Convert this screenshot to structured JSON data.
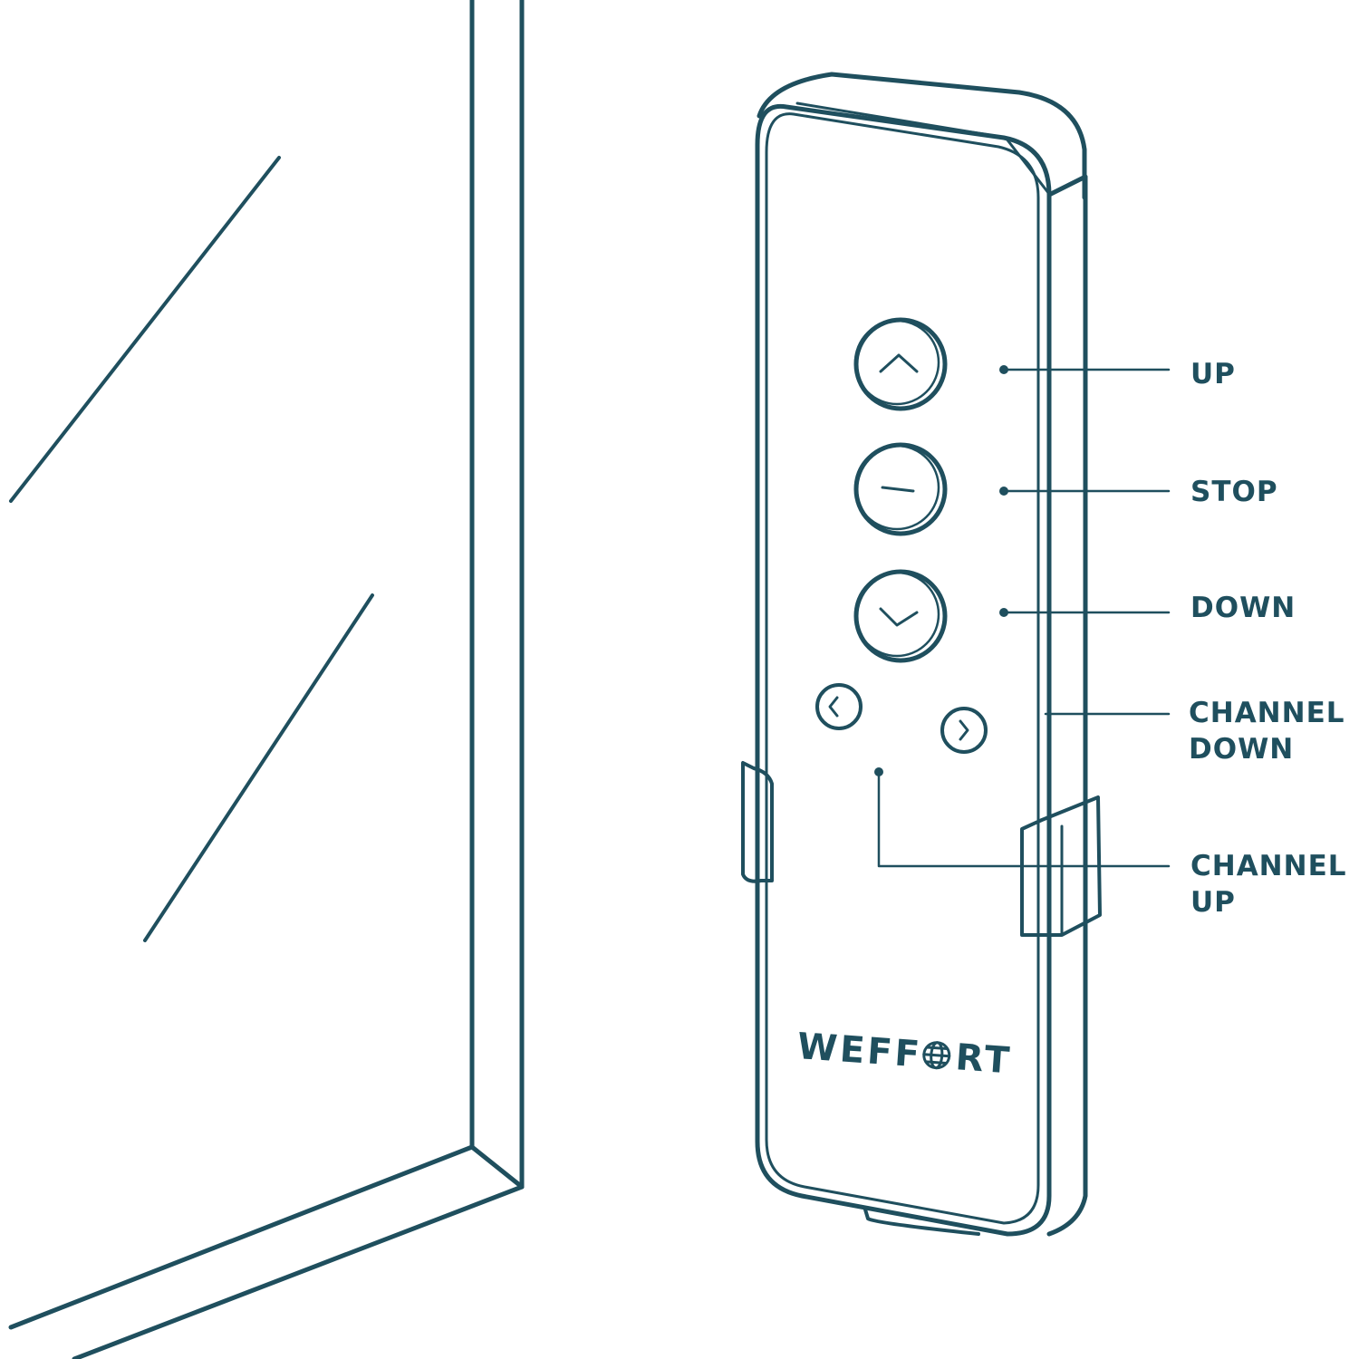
{
  "colors": {
    "line": "#1f4f5e",
    "text": "#1f4f5e",
    "background": "#ffffff"
  },
  "brand": {
    "logo_text": "WEFFORT",
    "logo_icon": "globe-icon"
  },
  "callouts": {
    "up": {
      "label": "UP",
      "button_icon": "chevron-up-icon"
    },
    "stop": {
      "label": "STOP",
      "button_icon": "stop-line-icon"
    },
    "down": {
      "label": "DOWN",
      "button_icon": "chevron-down-icon"
    },
    "channel_down": {
      "line1": "CHANNEL",
      "line2": "DOWN",
      "button_icon": "chevron-left-icon"
    },
    "channel_up": {
      "line1": "CHANNEL",
      "line2": "UP",
      "button_icon": "chevron-right-icon"
    }
  }
}
